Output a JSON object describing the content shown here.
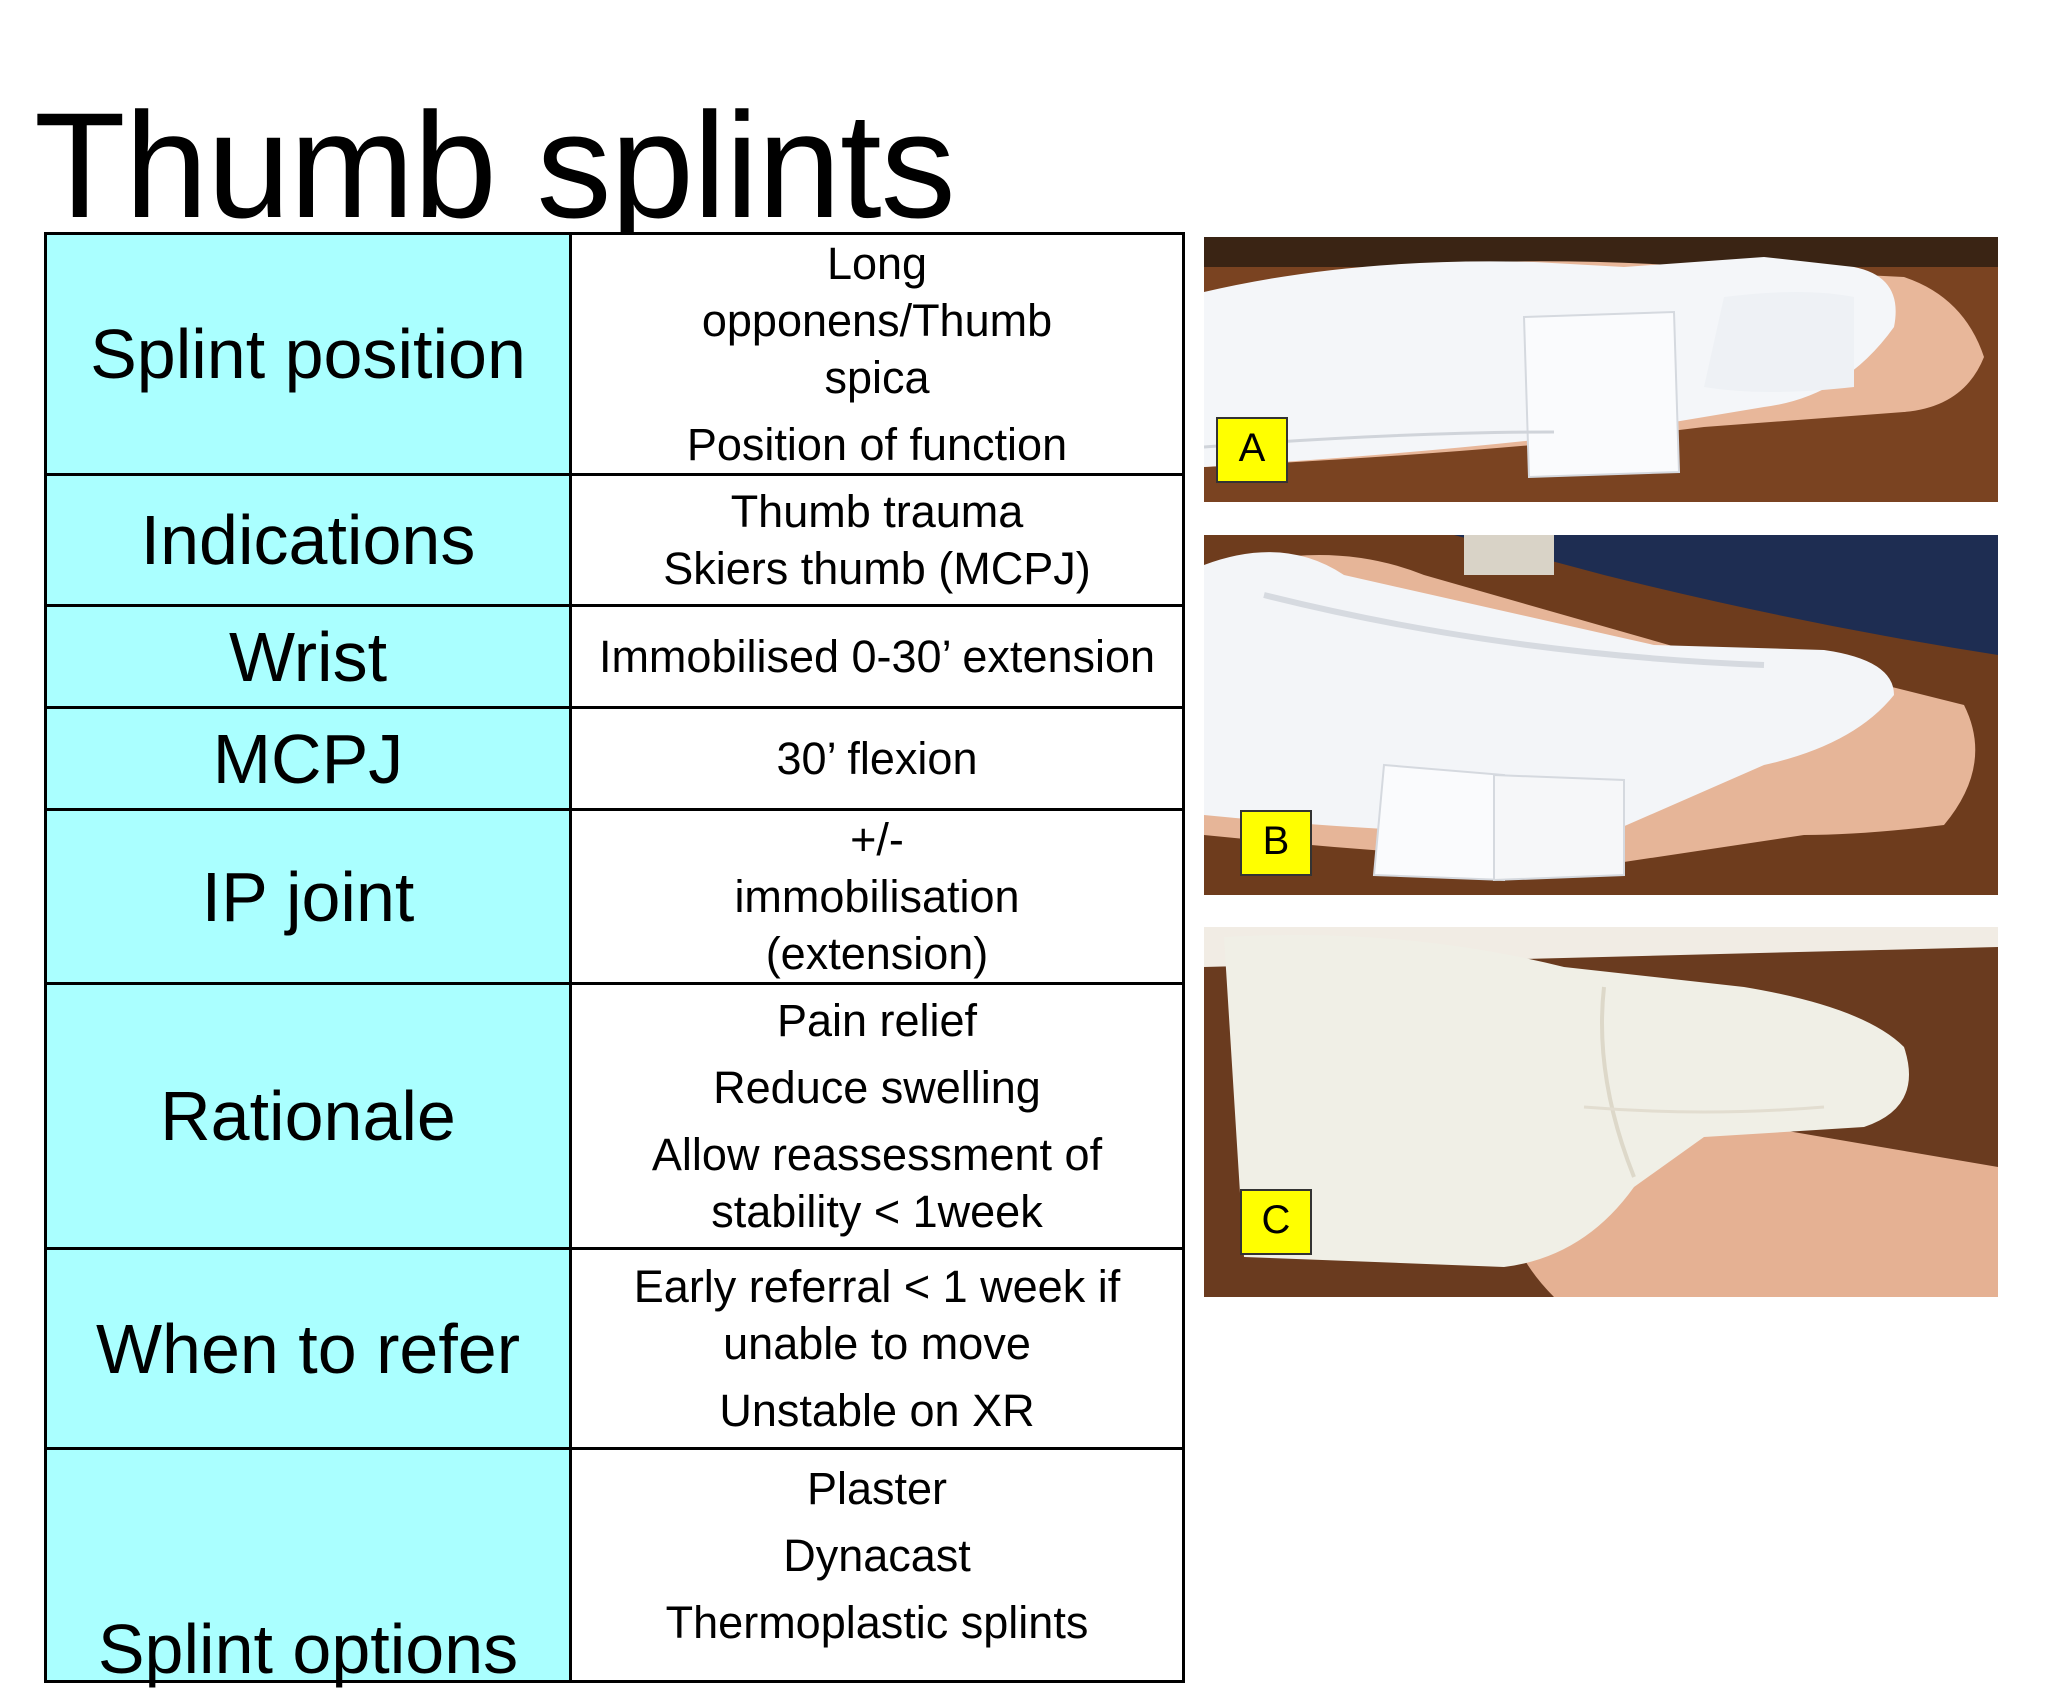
{
  "title": "Thumb splints",
  "table": {
    "rows": [
      {
        "label": "Splint position",
        "values": [
          "Long opponens/Thumb spica",
          "Position of function"
        ]
      },
      {
        "label": "Indications",
        "values": [
          "Thumb trauma",
          "Skiers thumb (MCPJ)"
        ]
      },
      {
        "label": "Wrist",
        "values": [
          "Immobilised 0-30’ extension"
        ]
      },
      {
        "label": "MCPJ",
        "values": [
          "30’ flexion"
        ]
      },
      {
        "label": "IP joint",
        "values": [
          "+/- immobilisation (extension)"
        ]
      },
      {
        "label": "Rationale",
        "values": [
          "Pain relief",
          "Reduce swelling",
          "Allow reassessment of stability < 1week"
        ]
      },
      {
        "label": "When to refer",
        "values": [
          "Early referral < 1 week if unable to move",
          "Unstable on XR"
        ]
      },
      {
        "label": "Splint options",
        "values": [
          "Plaster",
          "Dynacast",
          "Thermoplastic splints"
        ]
      }
    ]
  },
  "photos": [
    {
      "tag": "A"
    },
    {
      "tag": "B"
    },
    {
      "tag": "C"
    }
  ],
  "colors": {
    "label_cell_bg": "#aaffff",
    "tag_bg": "#ffff00",
    "table_border": "#000000"
  }
}
